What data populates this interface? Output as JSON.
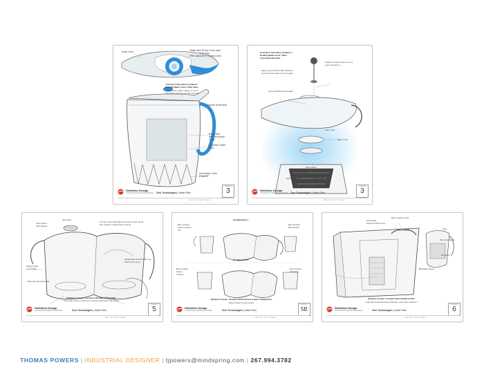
{
  "footer": {
    "name": "THOMAS POWERS",
    "sep1": " | ",
    "role": "INDUSTRIAL DESIGNER",
    "sep2": " | ",
    "email": "tjpowers@mindspring.com",
    "sep3": " | ",
    "phone": "267.994.3782"
  },
  "brand": {
    "name": "Definitive Design",
    "tagline": "A DIVISION OF DEFINITIVE DESIGN"
  },
  "project": {
    "client": "Zero Technologies",
    "product": "Water Filter"
  },
  "footer_cells": [
    "Draft",
    "Rev",
    "Date",
    "Designer"
  ],
  "page_label": "Concept",
  "sheets": [
    {
      "page": "3",
      "callouts": [
        "Snap Lever",
        "Water tank fill tab / lever open\nfrom side...\nFilter saturated / (in-sink) area",
        "Concept 3: Decorative Container /\nRotating Water Cover / Filter Inline",
        "Connection & Tab, indicator on top of\nthe pitcher assembly the filter internally",
        "Handle (Extended)",
        "Base Filter\nwith Decorative\nCover",
        "Container Water\nFilter",
        "Decorative Cover\n(Gasket)"
      ]
    },
    {
      "page": "3",
      "callouts": [
        "Concept 3: Decorative Container /\nRotating Water Cover / Filter\nCover Exploded View",
        "Gasket / Lid area (when a cap is\nused, decorative...)",
        "Water Cover Knob for filter dispenser\nand turn-based water cover and gate",
        "Opening Without Removable",
        "Filter Cover",
        "Water Cover",
        "Filter Gasket",
        "Base Filter",
        "Water Filter",
        "Decor Generator"
      ]
    },
    {
      "page": "5",
      "callouts": [
        "Fill Handle",
        "Snap & Decor\nFilter Indicator",
        "Top View: water being filtered through the water, the lid\nthen container is filtered water in the lid",
        "Display Handle\nIn(only) Filter",
        "Handle/water fill with lid, filter cap\nwhen the Lid can be",
        "Base Flow Decorative Flow",
        "Definitive Concept - Concept 4 Alternate Pitcher Filter",
        "Filter design concept to reduce both cost and overall footprint. Filter gasket"
      ]
    },
    {
      "page": "5B",
      "callouts": [
        "Configuration 1",
        "Configuration 2",
        "Definitive Concept - Concept 5 with Extension & Filter Configurations",
        "Different options for each scenario",
        "Base Container\nFeature Container\nNo.1",
        "Base Container\nFilter Housing",
        "Base Container\nFeature\nContainer",
        "Filter Container\nwith Handle"
      ]
    },
    {
      "page": "6",
      "callouts": [
        "Base Handle Concept",
        "Filter Handle\nRelease for Filter Access",
        "Filter Dispenser",
        "Hinge",
        "Filter Cover Handle",
        "Filter Base",
        "Base Filter Housing",
        "Definitive Concept - Concept 6 Base Handle for Filter",
        "A water filter concept with a base handle that is used for filter replacement"
      ]
    }
  ]
}
